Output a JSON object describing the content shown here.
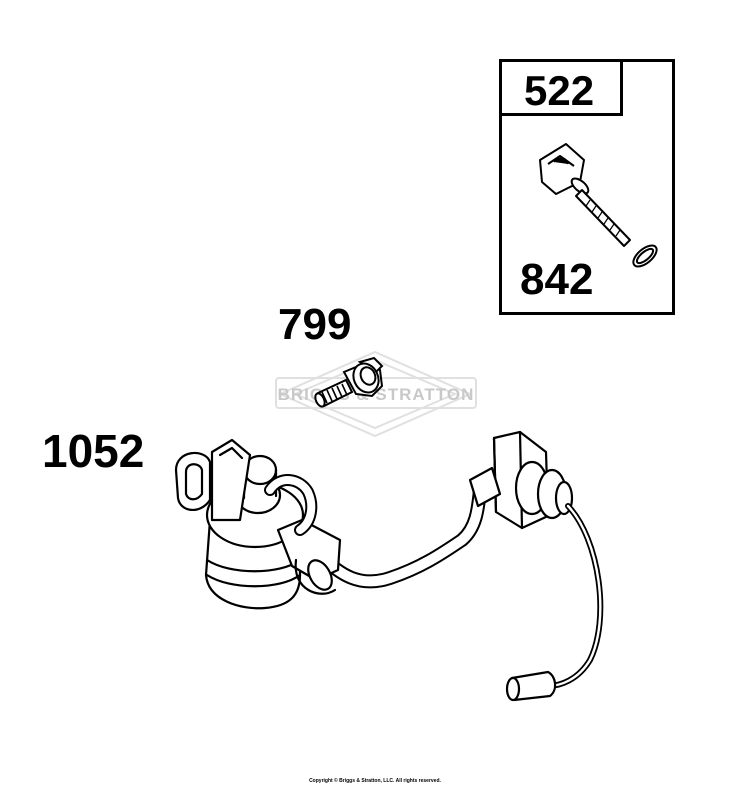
{
  "parts": {
    "kit_number": "522",
    "dipstick": "842",
    "screw": "799",
    "sensor_harness": "1052"
  },
  "watermark": "BRIGGS & STRATTON",
  "copyright": "Copyright © Briggs & Stratton, LLC. All rights reserved."
}
